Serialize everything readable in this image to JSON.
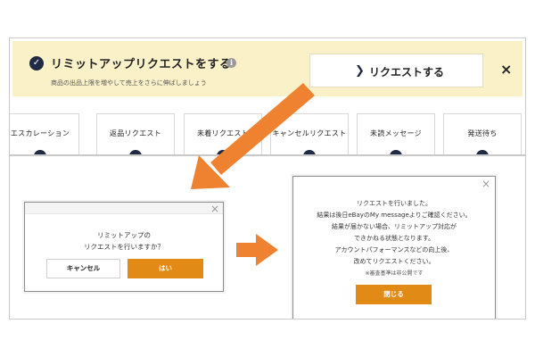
{
  "banner": {
    "title": "リミットアップリクエストをする",
    "subtitle": "商品の出品上限を増やして売上をさらに伸ばしましょう",
    "request_button": "リクエストする",
    "close_glyph": "×",
    "check_glyph": "✓",
    "info_glyph": "i"
  },
  "tabs": [
    {
      "label": "エスカレーション"
    },
    {
      "label": "返品リクエスト"
    },
    {
      "label": "未着リクエスト"
    },
    {
      "label": "キャンセルリクエスト"
    },
    {
      "label": "未読メッセージ"
    },
    {
      "label": "発送待ち"
    }
  ],
  "confirm_dialog": {
    "line1": "リミットアップの",
    "line2": "リクエストを行いますか？",
    "cancel": "キャンセル",
    "yes": "はい",
    "close_glyph": "×"
  },
  "result_dialog": {
    "lines": [
      "リクエストを行いました。",
      "結果は後日eBayのMy messageよりご確認ください。",
      "結果が届かない場合、リミットアップ対応が",
      "できかねる状態となります。",
      "アカウントパフォーマンスなどの向上後、",
      "改めてリクエストください。"
    ],
    "note": "※審査基準は非公開です",
    "close_button": "閉じる",
    "close_glyph": "×"
  },
  "colors": {
    "banner_bg": "#fbf1c8",
    "navy": "#1f2a44",
    "accent_orange": "#e28a16",
    "arrow_orange": "#ee8231"
  }
}
